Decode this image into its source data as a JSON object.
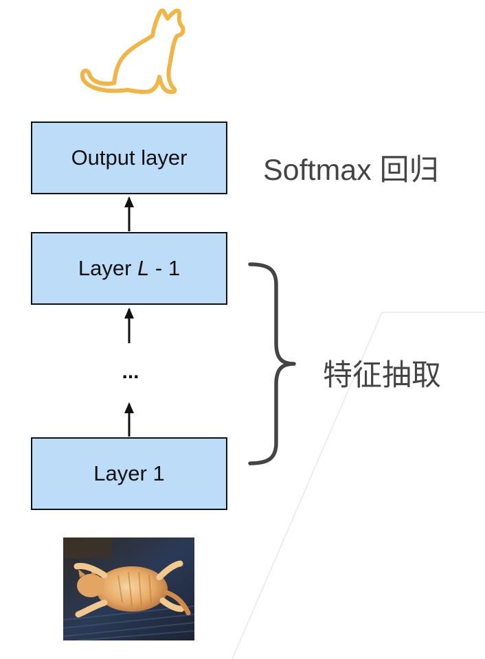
{
  "output_layer": {
    "label": "Output layer"
  },
  "hidden_top_layer": {
    "label_prefix": "Layer ",
    "label_var": "L",
    "label_suffix": " - 1"
  },
  "first_layer": {
    "label": "Layer 1"
  },
  "ellipsis": "...",
  "softmax_label": "Softmax 回归",
  "feature_label": "特征抽取",
  "colors": {
    "box_fill": "#bcdcf7",
    "box_border": "#111111",
    "cat_outline": "#f2b445",
    "brace": "#444444",
    "side_text": "#444444"
  },
  "icons": {
    "output": "cat-outline-icon",
    "input": "cat-photo"
  }
}
